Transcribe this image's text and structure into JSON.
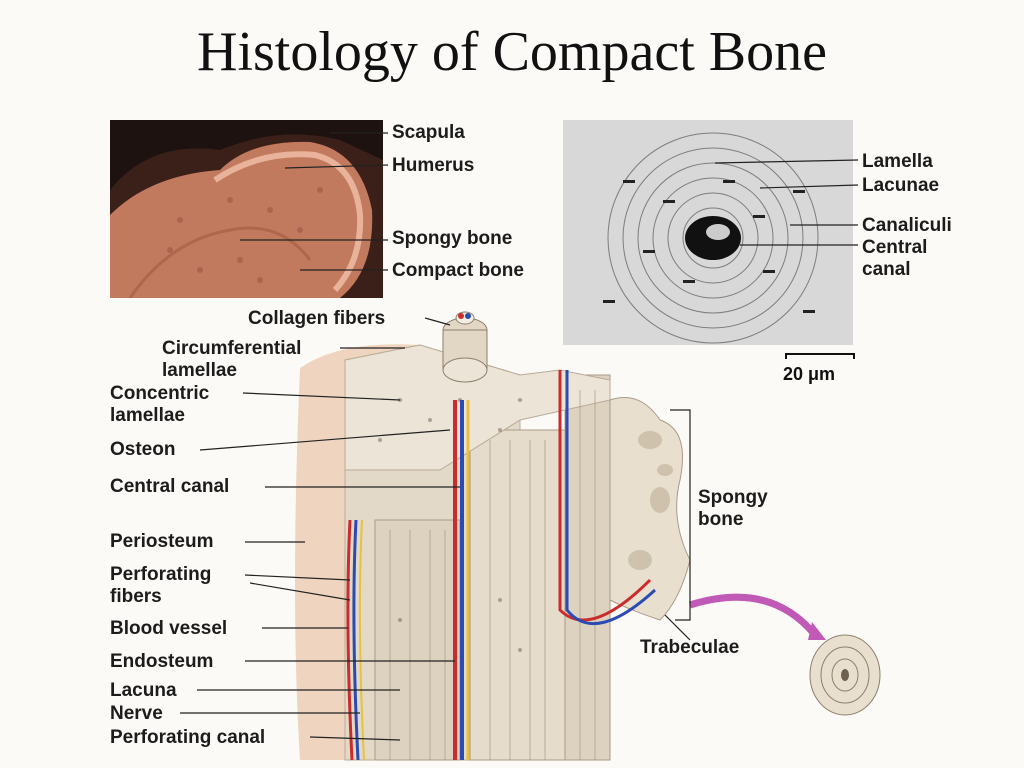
{
  "title": "Histology of Compact Bone",
  "photo_labels": {
    "scapula": "Scapula",
    "humerus": "Humerus",
    "spongy_bone": "Spongy bone",
    "compact_bone": "Compact bone"
  },
  "micro_labels": {
    "lamella": "Lamella",
    "lacunae": "Lacunae",
    "canaliculi": "Canaliculi",
    "central_canal": "Central\ncanal",
    "scale": "20 μm"
  },
  "diagram_labels": {
    "collagen_fibers": "Collagen fibers",
    "circumferential": "Circumferential\nlamellae",
    "concentric": "Concentric\nlamellae",
    "osteon": "Osteon",
    "central_canal": "Central canal",
    "periosteum": "Periosteum",
    "perforating_fibers": "Perforating\nfibers",
    "blood_vessel": "Blood vessel",
    "endosteum": "Endosteum",
    "lacuna": "Lacuna",
    "nerve": "Nerve",
    "perforating_canal": "Perforating canal",
    "spongy_bone": "Spongy\nbone",
    "trabeculae": "Trabeculae"
  },
  "colors": {
    "photo_bone": "#c27a5e",
    "photo_dark": "#2a1a16",
    "bone": "#e9e0d2",
    "bone_shadow": "#cfc3b0",
    "artery": "#cc2b2b",
    "vein": "#2b4bb3",
    "nerve": "#e8c23a",
    "arrow": "#c05ab6"
  }
}
